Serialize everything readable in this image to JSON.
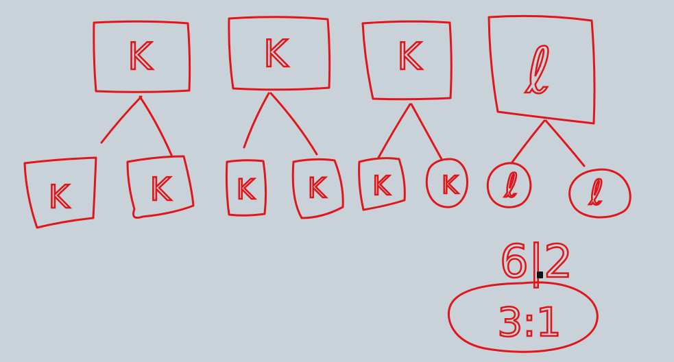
{
  "canvas": {
    "background_color": "#c8d2d8",
    "ink_color": "#e0161a"
  },
  "parents": {
    "p1": "K",
    "p2": "K",
    "p3": "K",
    "p4": "ℓ"
  },
  "children": {
    "c1": "K",
    "c2": "K",
    "c3": "K",
    "c4": "K",
    "c5": "K",
    "c6": "K",
    "c7": "ℓ",
    "c8": "ℓ"
  },
  "annotations": {
    "split": "6|2",
    "ratio": "3:1"
  }
}
